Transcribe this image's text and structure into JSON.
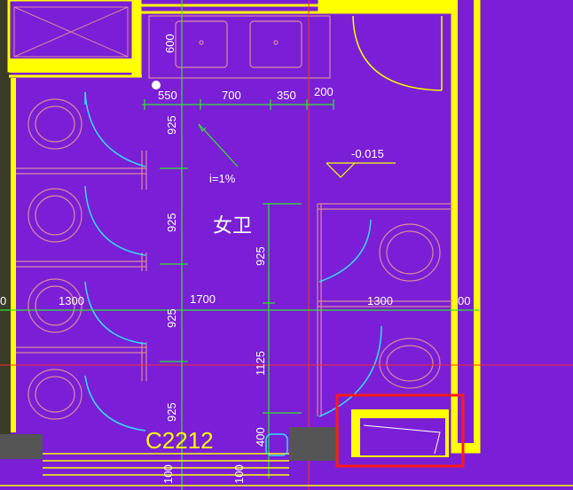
{
  "drawing": {
    "room_label": "女卫",
    "slope_label": "i=1%",
    "elevation_label": "-0.015",
    "window_tag": "C2212",
    "dims": {
      "top_row": [
        "550",
        "700",
        "350",
        "200"
      ],
      "sink_depth": "600",
      "left_stack": [
        "925",
        "925",
        "925",
        "925"
      ],
      "right_stack": [
        "925",
        "1125",
        "400"
      ],
      "mid_row": [
        "1300",
        "1700",
        "1300"
      ],
      "edge_left": "0",
      "edge_right": "00",
      "bottom": [
        "100",
        "100"
      ]
    }
  },
  "colors": {
    "background": "#7a1fd6",
    "wall_yellow": "#ffff00",
    "dim_green": "#2ee82e",
    "door_cyan": "#33ddff",
    "fixture_pink": "#d98aa0",
    "red_axis": "#ff2a2a",
    "highlight": "#ff1a1a"
  }
}
